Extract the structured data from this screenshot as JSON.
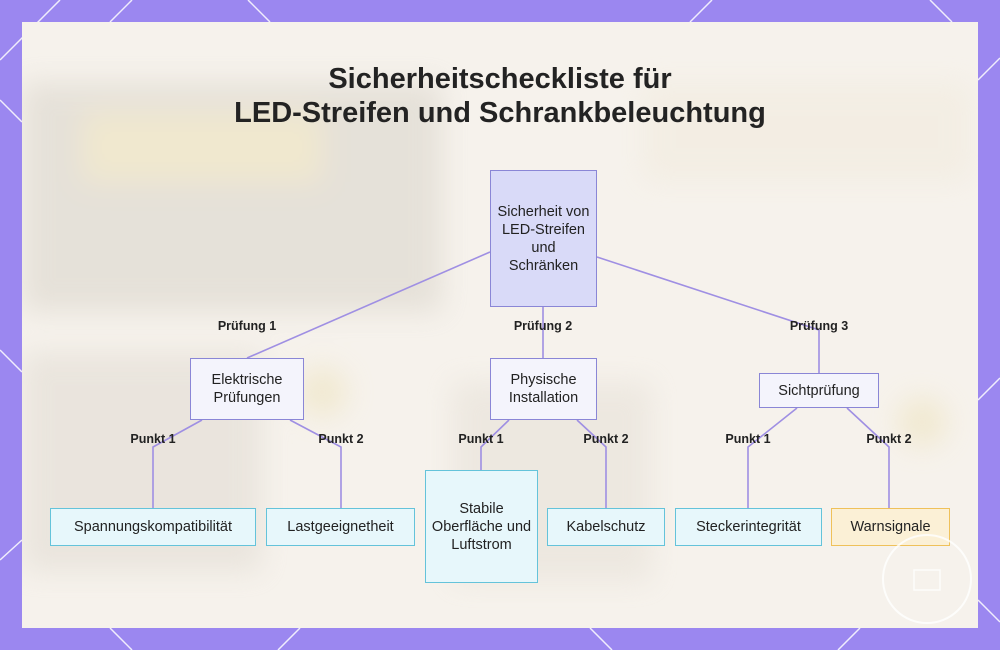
{
  "title": {
    "line1": "Sicherheitscheckliste für",
    "line2": "LED-Streifen und Schrankbeleuchtung"
  },
  "root": {
    "label": "Sicherheit von LED-Streifen und Schränken"
  },
  "categories": [
    {
      "label": "Elektrische Prüfungen",
      "edge": "Prüfung 1",
      "items": [
        {
          "label": "Spannungskompatibilität",
          "edge": "Punkt 1"
        },
        {
          "label": "Lastgeeignetheit",
          "edge": "Punkt 2"
        }
      ]
    },
    {
      "label": "Physische Installation",
      "edge": "Prüfung 2",
      "items": [
        {
          "label": "Stabile Oberfläche und Luftstrom",
          "edge": "Punkt 1"
        },
        {
          "label": "Kabelschutz",
          "edge": "Punkt 2"
        }
      ]
    },
    {
      "label": "Sichtprüfung",
      "edge": "Prüfung 3",
      "items": [
        {
          "label": "Steckerintegrität",
          "edge": "Punkt 1"
        },
        {
          "label": "Warnsignale",
          "edge": "Punkt 2",
          "highlight": true
        }
      ]
    }
  ],
  "colors": {
    "frame": "#9b87f0",
    "edge": "#9f8fe3",
    "root_fill": "#d9daf8",
    "leaf_border": "#64c3da",
    "warn_border": "#efc15a"
  }
}
